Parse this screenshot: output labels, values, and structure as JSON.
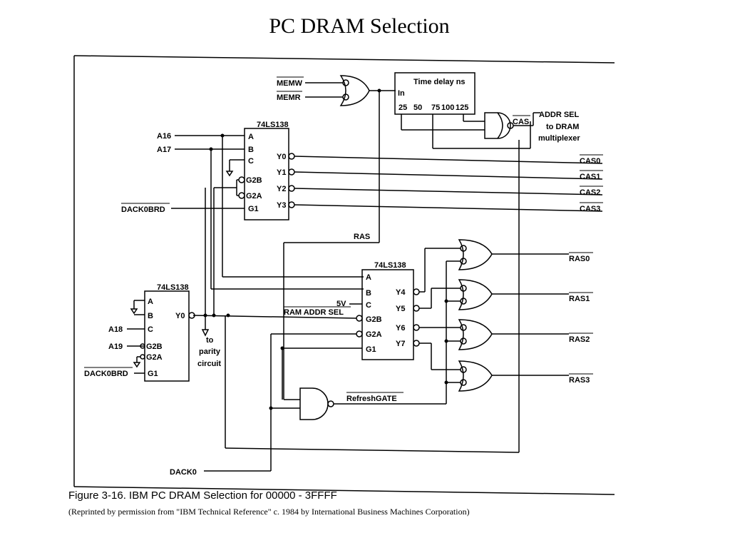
{
  "title": "PC DRAM Selection",
  "caption": "Figure 3-16. IBM PC DRAM Selection for 00000 - 3FFFF",
  "reprint": "(Reprinted by permission from \"IBM Technical Reference\" c. 1984 by International Business Machines Corporation)",
  "diagram": {
    "memw": "MEMW",
    "memr": "MEMR",
    "delay_title": "Time delay ns",
    "delay_in": "In",
    "delay_taps": [
      "25",
      "50",
      "75",
      "100",
      "125"
    ],
    "cas": "CAS",
    "addr_sel": [
      "ADDR SEL",
      "to DRAM",
      "multiplexer"
    ],
    "decoder_name": "74LS138",
    "decoder_inputs": [
      "A",
      "B",
      "C",
      "G2B",
      "G2A",
      "G1"
    ],
    "a16": "A16",
    "a17": "A17",
    "dack0brd": "DACK0BRD",
    "y_outputs": [
      "Y0",
      "Y1",
      "Y2",
      "Y3"
    ],
    "y_outputs_b": [
      "Y4",
      "Y5",
      "Y6",
      "Y7"
    ],
    "cas_outputs": [
      "CAS0",
      "CAS1",
      "CAS2",
      "CAS3"
    ],
    "ras": "RAS",
    "ras_outputs": [
      "RAS0",
      "RAS1",
      "RAS2",
      "RAS3"
    ],
    "five_v": "5V",
    "ram_addr_sel": "RAM ADDR SEL",
    "a18": "A18",
    "a19": "A19",
    "y0": "Y0",
    "parity": [
      "to",
      "parity",
      "circuit"
    ],
    "refresh_gate": "RefreshGATE",
    "dack0": "DACK0"
  }
}
